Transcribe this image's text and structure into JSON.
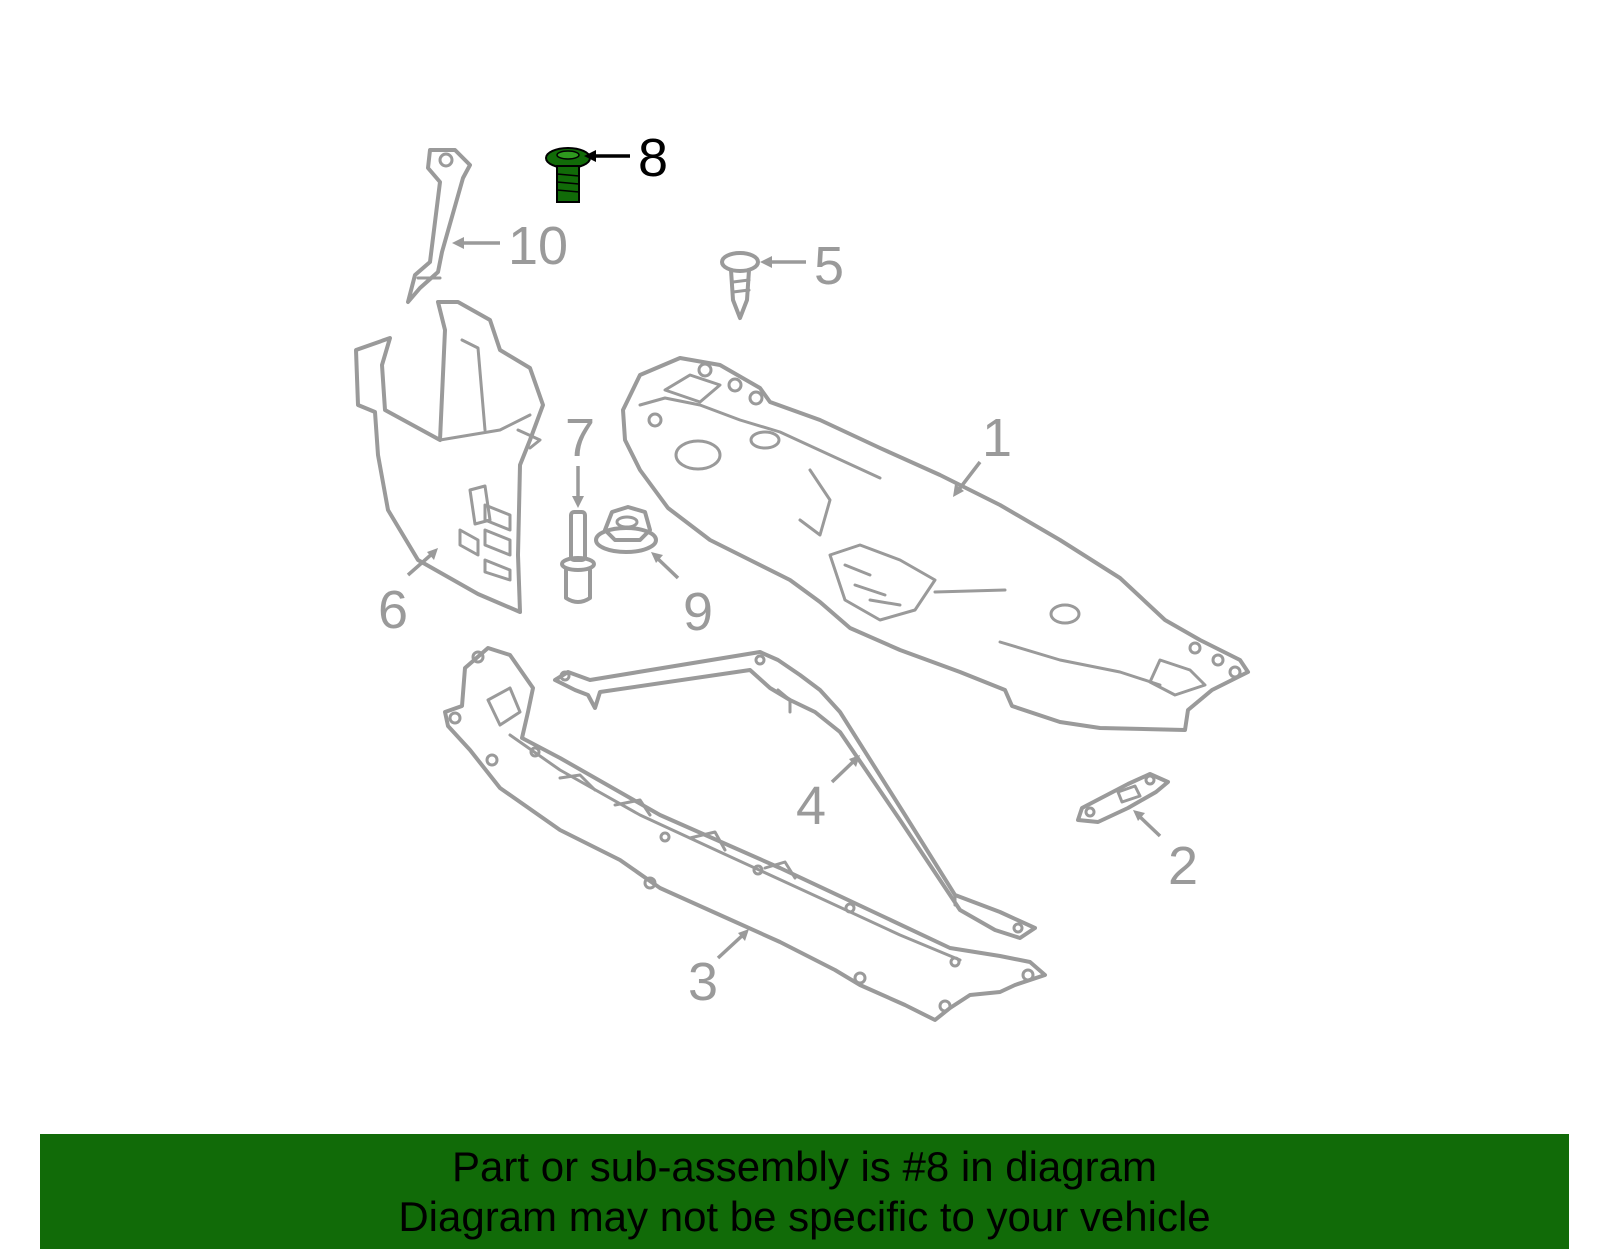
{
  "highlight_color": "#116b08",
  "line_color": "#9a9a9a",
  "callouts": {
    "c1": "1",
    "c2": "2",
    "c3": "3",
    "c4": "4",
    "c5": "5",
    "c6": "6",
    "c7": "7",
    "c8": "8",
    "c9": "9",
    "c10": "10"
  },
  "highlighted_part": "8",
  "banner": {
    "line1": "Part or sub-assembly is #8 in diagram",
    "line2": "Diagram may not be specific to your vehicle"
  }
}
